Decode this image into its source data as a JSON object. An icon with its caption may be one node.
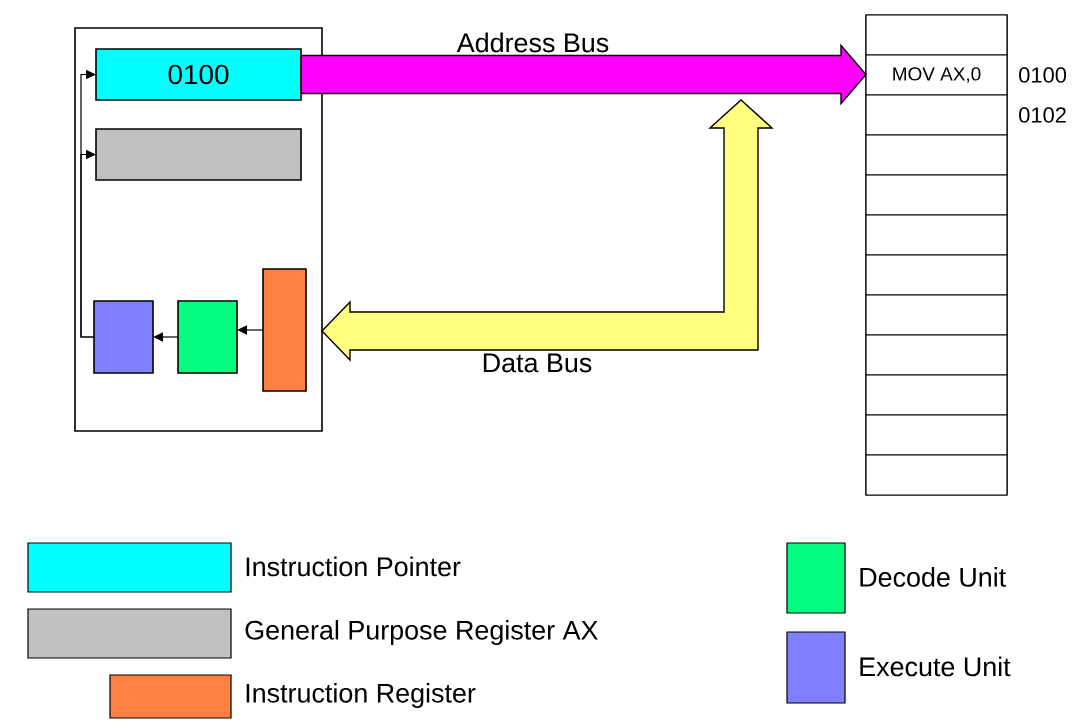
{
  "diagram": {
    "nodes": [
      {
        "text": [],
        "shape": "box"
      },
      {
        "text": [
          "0100"
        ],
        "in": 0
      },
      {
        "text": [],
        "shape": "box",
        "in": 0
      },
      {
        "text": [],
        "shape": "box",
        "in": 0
      },
      {
        "text": [],
        "shape": "box",
        "in": 0
      },
      {
        "text": [],
        "shape": "box",
        "in": 0
      },
      {
        "text": [],
        "shape": "box"
      },
      {
        "text": [],
        "shape": "box",
        "in": 6
      },
      {
        "text": [
          "MOV AX,0"
        ],
        "beside": [
          "0100"
        ],
        "in": 6
      },
      {
        "text": [],
        "shape": "box",
        "beside": [
          "0102"
        ],
        "in": 6
      },
      {
        "text": [],
        "shape": "box",
        "in": 6
      },
      {
        "text": [],
        "shape": "box",
        "in": 6
      },
      {
        "text": [],
        "shape": "box",
        "in": 6
      },
      {
        "text": [],
        "shape": "box",
        "in": 6
      },
      {
        "text": [],
        "shape": "box",
        "in": 6
      },
      {
        "text": [],
        "shape": "box",
        "in": 6
      },
      {
        "text": [],
        "shape": "box",
        "in": 6
      },
      {
        "text": [],
        "shape": "box",
        "in": 6
      },
      {
        "text": [],
        "shape": "box",
        "in": 6
      }
    ],
    "edges": [
      {
        "from": 1,
        "to": 6,
        "arrow": "to",
        "label": "Address Bus",
        "style": "thick",
        "color": "#ff00ff"
      },
      {
        "from": null,
        "to": 0,
        "arrow": "both",
        "label": "Data Bus",
        "style": "thick",
        "color": "#ffff80"
      },
      {
        "from": 5,
        "to": 4,
        "arrow": "to"
      },
      {
        "from": 4,
        "to": 3,
        "arrow": "to"
      },
      {
        "from": 3,
        "to": 1,
        "arrow": "to"
      },
      {
        "from": 3,
        "to": 2,
        "arrow": "to"
      }
    ],
    "legend": [
      {
        "text": "Instruction Pointer",
        "color": "#00ffff"
      },
      {
        "text": "General Purpose Register AX",
        "color": "#c0c0c0"
      },
      {
        "text": "Instruction Register",
        "color": "#ff8040"
      },
      {
        "text": "Decode Unit",
        "color": "#00ff80"
      },
      {
        "text": "Execute Unit",
        "color": "#8080ff"
      }
    ]
  }
}
